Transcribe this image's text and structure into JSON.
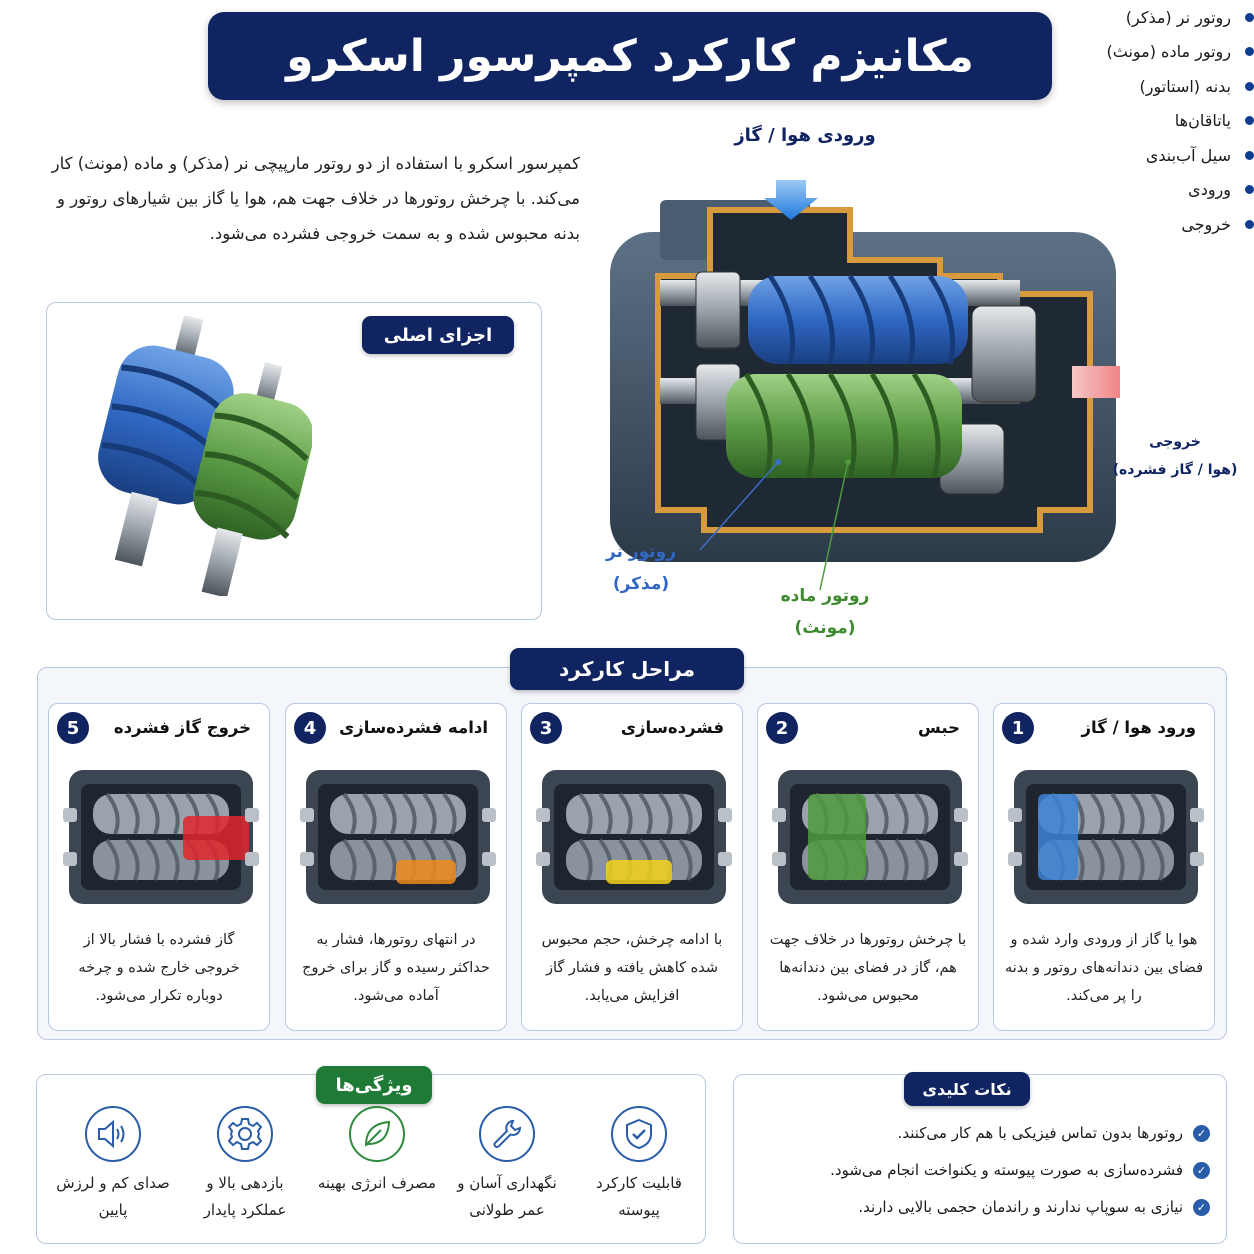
{
  "title": "مکانیزم کارکرد کمپرسور اسکرو",
  "intro": "کمپرسور اسکرو با استفاده از دو روتور مارپیچی نر (مذکر) و ماده (مونث) کار می‌کند. با چرخش روتورها در خلاف جهت هم، هوا یا گاز بین شیارهای روتور و بدنه محبوس شده و به سمت خروجی فشرده می‌شود.",
  "diagram": {
    "inlet_label": "ورودی هوا / گاز",
    "outlet_label_line1": "خروجی",
    "outlet_label_line2": "(هوا / گاز فشرده)",
    "male_rotor_line1": "روتور نر",
    "male_rotor_line2": "(مذکر)",
    "female_rotor_line1": "روتور ماده",
    "female_rotor_line2": "(مونث)"
  },
  "parts": {
    "heading": "اجزای اصلی",
    "items": [
      "روتور نر (مذکر)",
      "روتور ماده (مونث)",
      "بدنه (استاتور)",
      "یاتاقان‌ها",
      "سیل آب‌بندی",
      "ورودی",
      "خروجی"
    ]
  },
  "steps": {
    "heading": "مراحل کارکرد",
    "items": [
      {
        "num": "1",
        "title": "ورود هوا / گاز",
        "desc": "هوا یا گاز از ورودی وارد شده و فضای بین دندانه‌های روتور و بدنه را پر می‌کند.",
        "color": "#3b82d6"
      },
      {
        "num": "2",
        "title": "حبس",
        "desc": "با چرخش روتورها در خلاف جهت هم، گاز در فضای بین دندانه‌ها محبوس می‌شود.",
        "color": "#4f9a3e"
      },
      {
        "num": "3",
        "title": "فشرده‌سازی",
        "desc": "با ادامه چرخش، حجم محبوس شده کاهش یافته و فشار گاز افزایش می‌یابد.",
        "color": "#f2d21a"
      },
      {
        "num": "4",
        "title": "ادامه فشرده‌سازی",
        "desc": "در انتهای روتورها، فشار به حداکثر رسیده و گاز برای خروج آماده می‌شود.",
        "color": "#f08a1c"
      },
      {
        "num": "5",
        "title": "خروج گاز فشرده",
        "desc": "گاز فشرده با فشار بالا از خروجی خارج شده و چرخه دوباره تکرار می‌شود.",
        "color": "#e0262c"
      }
    ]
  },
  "features": {
    "heading": "ویژگی‌ها",
    "items": [
      {
        "icon": "shield-check-icon",
        "label": "قابلیت کارکرد پیوسته"
      },
      {
        "icon": "wrench-icon",
        "label": "نگهداری آسان و عمر طولانی"
      },
      {
        "icon": "leaf-icon",
        "label": "مصرف انرژی بهینه"
      },
      {
        "icon": "gear-icon",
        "label": "بازدهی بالا و عملکرد پایدار"
      },
      {
        "icon": "speaker-icon",
        "label": "صدای کم و لرزش پایین"
      }
    ]
  },
  "notes": {
    "heading": "نکات کلیدی",
    "items": [
      "روتورها بدون تماس فیزیکی با هم کار می‌کنند.",
      "فشرده‌سازی به صورت پیوسته و یکنواخت انجام می‌شود.",
      "نیازی به سوپاپ ندارند و راندمان حجمی بالایی دارند."
    ]
  }
}
